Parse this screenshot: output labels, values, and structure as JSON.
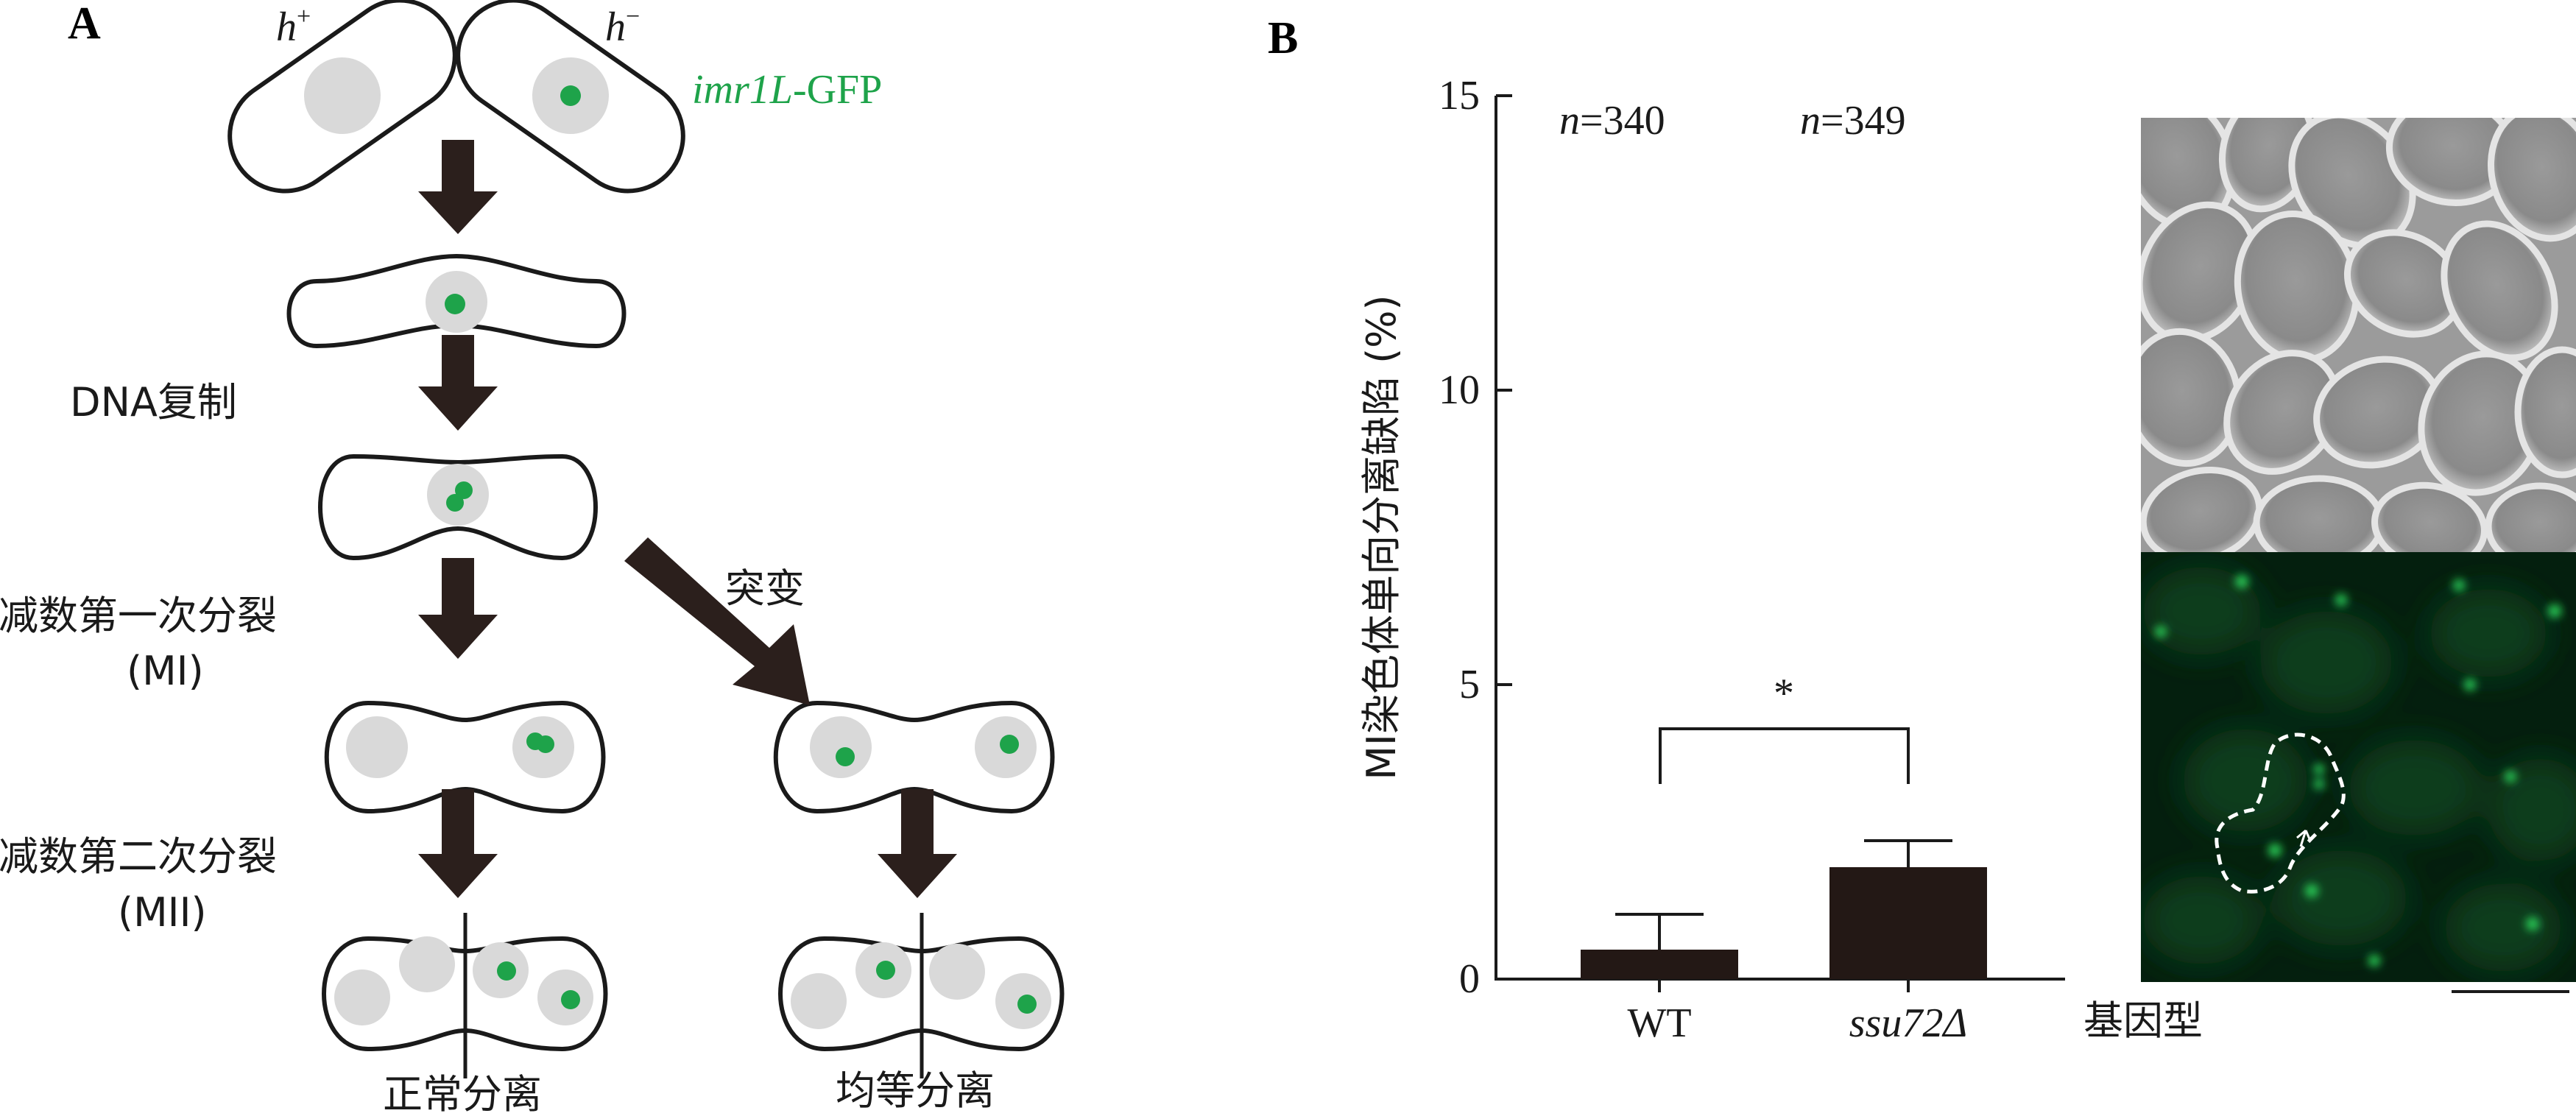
{
  "panel_a": {
    "letter": "A",
    "h_plus": "h",
    "h_plus_sup": "+",
    "h_minus": "h",
    "h_minus_sup": "−",
    "marker_italic": "imr1L",
    "marker_rest": "-GFP",
    "step_dna": "DNA复制",
    "step_mi": "减数第一次分裂",
    "step_mi_abbr": "(MI)",
    "step_mii": "减数第二次分裂",
    "step_mii_abbr": "(MII)",
    "mutation": "突变",
    "outcome_normal": "正常分离",
    "outcome_equal": "均等分离",
    "colors": {
      "gfp": "#1ea34a",
      "nucleus": "#d9d9d9",
      "arrow": "#2b1f1c"
    }
  },
  "panel_b": {
    "letter": "B",
    "n_wt": "n=340",
    "n_mut": "n=349",
    "significance": "*",
    "xlabel": "基因型",
    "ylabel": "MI染色体单向分离缺陷 (%)"
  },
  "chart_data": {
    "type": "bar",
    "categories": [
      "WT",
      "ssu72Δ"
    ],
    "values": [
      0.5,
      1.9
    ],
    "errors": [
      0.6,
      0.45
    ],
    "ylim": [
      0,
      15
    ],
    "yticks": [
      "0",
      "5",
      "10",
      "15"
    ],
    "xlabel": "基因型",
    "ylabel": "MI染色体单向分离缺陷 (%)",
    "grid": false,
    "bar_color": "#231815"
  }
}
